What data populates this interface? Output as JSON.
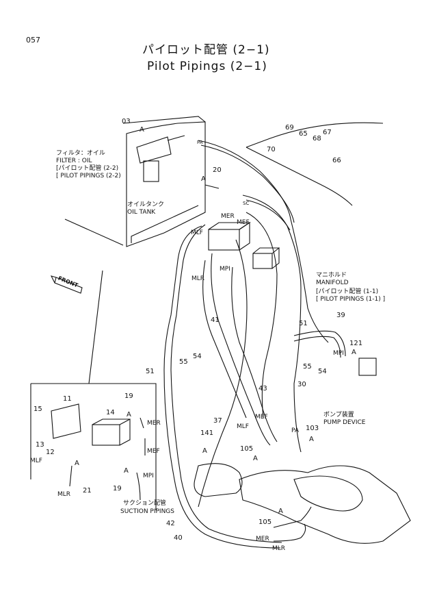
{
  "page_number": "057",
  "title_jp": "パイロット配管 (2−1)",
  "title_en": "Pilot Pipings (2−1)",
  "labels": {
    "filter_jp": "フィルタ：オイル",
    "filter_en": "FILTER : OIL",
    "pp22_jp": "[パイロット配管 (2-2)",
    "pp22_en": "[ PILOT PIPINGS (2-2)",
    "tank_jp": "オイルタンク",
    "tank_en": "OIL TANK",
    "front": "FRONT",
    "manifold_jp": "マニホルド",
    "manifold_en": "MANIFOLD",
    "pp11_jp": "[パイロット配管 (1-1)",
    "pp11_en": "[ PILOT PIPINGS (1-1) ]",
    "pump_jp": "ポンプ装置",
    "pump_en": "PUMP DEVICE",
    "suction_jp": "サクション配管",
    "suction_en": "SUCTION PIPINGS"
  },
  "ports": {
    "pa_top": "PA",
    "sc": "SC",
    "mer": "MER",
    "mef": "MEF",
    "mlf": "MLF",
    "mlr": "MLR",
    "mpi": "MPI",
    "mpi_right": "MPI",
    "mef_mid": "MEF",
    "mlf_mid": "MLF",
    "pa_mid": "PA",
    "mer_bot": "MER",
    "mlr_bot": "MLR",
    "inset_mer": "MER",
    "inset_mef": "MEF",
    "inset_mlf": "MLF",
    "inset_mlr": "MLR",
    "inset_mpi": "MPI"
  },
  "callouts": {
    "c03": "03",
    "cA1": "A",
    "c20": "20",
    "cA2": "A",
    "c69": "69",
    "c65": "65",
    "c67": "67",
    "c68": "68",
    "c70": "70",
    "c66": "66",
    "c41": "41",
    "c55": "55",
    "c54": "54",
    "c51": "51",
    "c51r": "51",
    "c39": "39",
    "c121": "121",
    "cA3": "A",
    "c55r": "55",
    "c54r": "54",
    "c43": "43",
    "c30": "30",
    "c37": "37",
    "c141": "141",
    "cA4": "A",
    "c105": "105",
    "cA5": "A",
    "c103": "103",
    "cA6": "A",
    "c42": "42",
    "c40": "40",
    "c105b": "105",
    "cA7": "A",
    "i11": "11",
    "i15": "15",
    "i14": "14",
    "i19": "19",
    "iA1": "A",
    "i13": "13",
    "i12": "12",
    "iA2": "A",
    "i21": "21",
    "i19b": "19",
    "iA3": "A"
  }
}
